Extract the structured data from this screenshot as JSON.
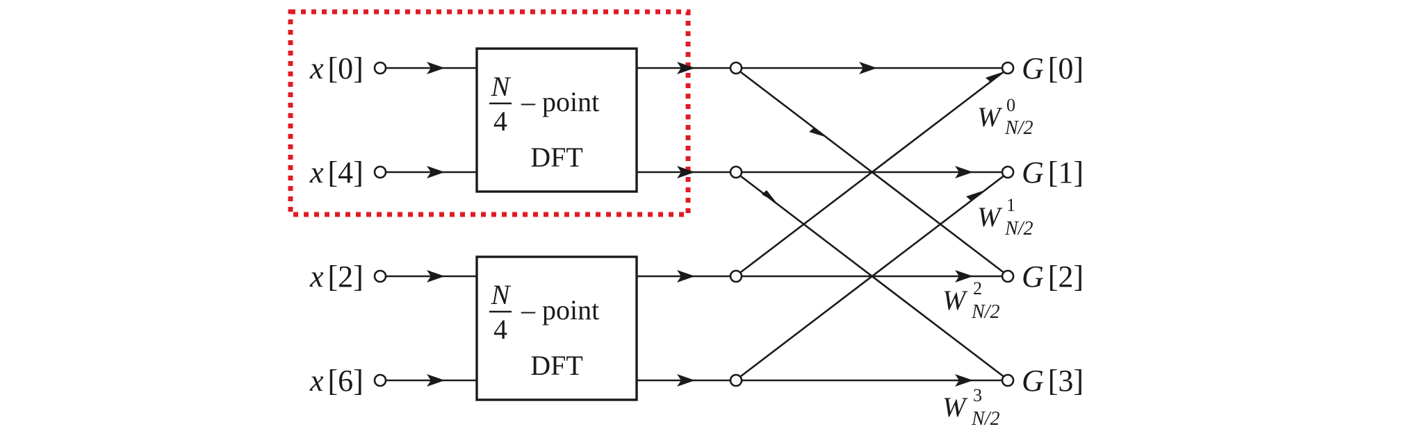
{
  "inputs": [
    {
      "var": "x",
      "index": "[0]"
    },
    {
      "var": "x",
      "index": "[4]"
    },
    {
      "var": "x",
      "index": "[2]"
    },
    {
      "var": "x",
      "index": "[6]"
    }
  ],
  "outputs": [
    {
      "var": "G",
      "index": "[0]"
    },
    {
      "var": "G",
      "index": "[1]"
    },
    {
      "var": "G",
      "index": "[2]"
    },
    {
      "var": "G",
      "index": "[3]"
    }
  ],
  "dft_blocks": [
    {
      "numerator": "N",
      "denominator": "4",
      "suffix": "– point",
      "name": "DFT"
    },
    {
      "numerator": "N",
      "denominator": "4",
      "suffix": "– point",
      "name": "DFT"
    }
  ],
  "twiddles": [
    {
      "base": "W",
      "sub": "N/2",
      "sup": "0"
    },
    {
      "base": "W",
      "sub": "N/2",
      "sup": "1"
    },
    {
      "base": "W",
      "sub": "N/2",
      "sup": "2"
    },
    {
      "base": "W",
      "sub": "N/2",
      "sup": "3"
    }
  ],
  "colors": {
    "highlight": "#e01b24",
    "ink": "#1a1a1a"
  }
}
